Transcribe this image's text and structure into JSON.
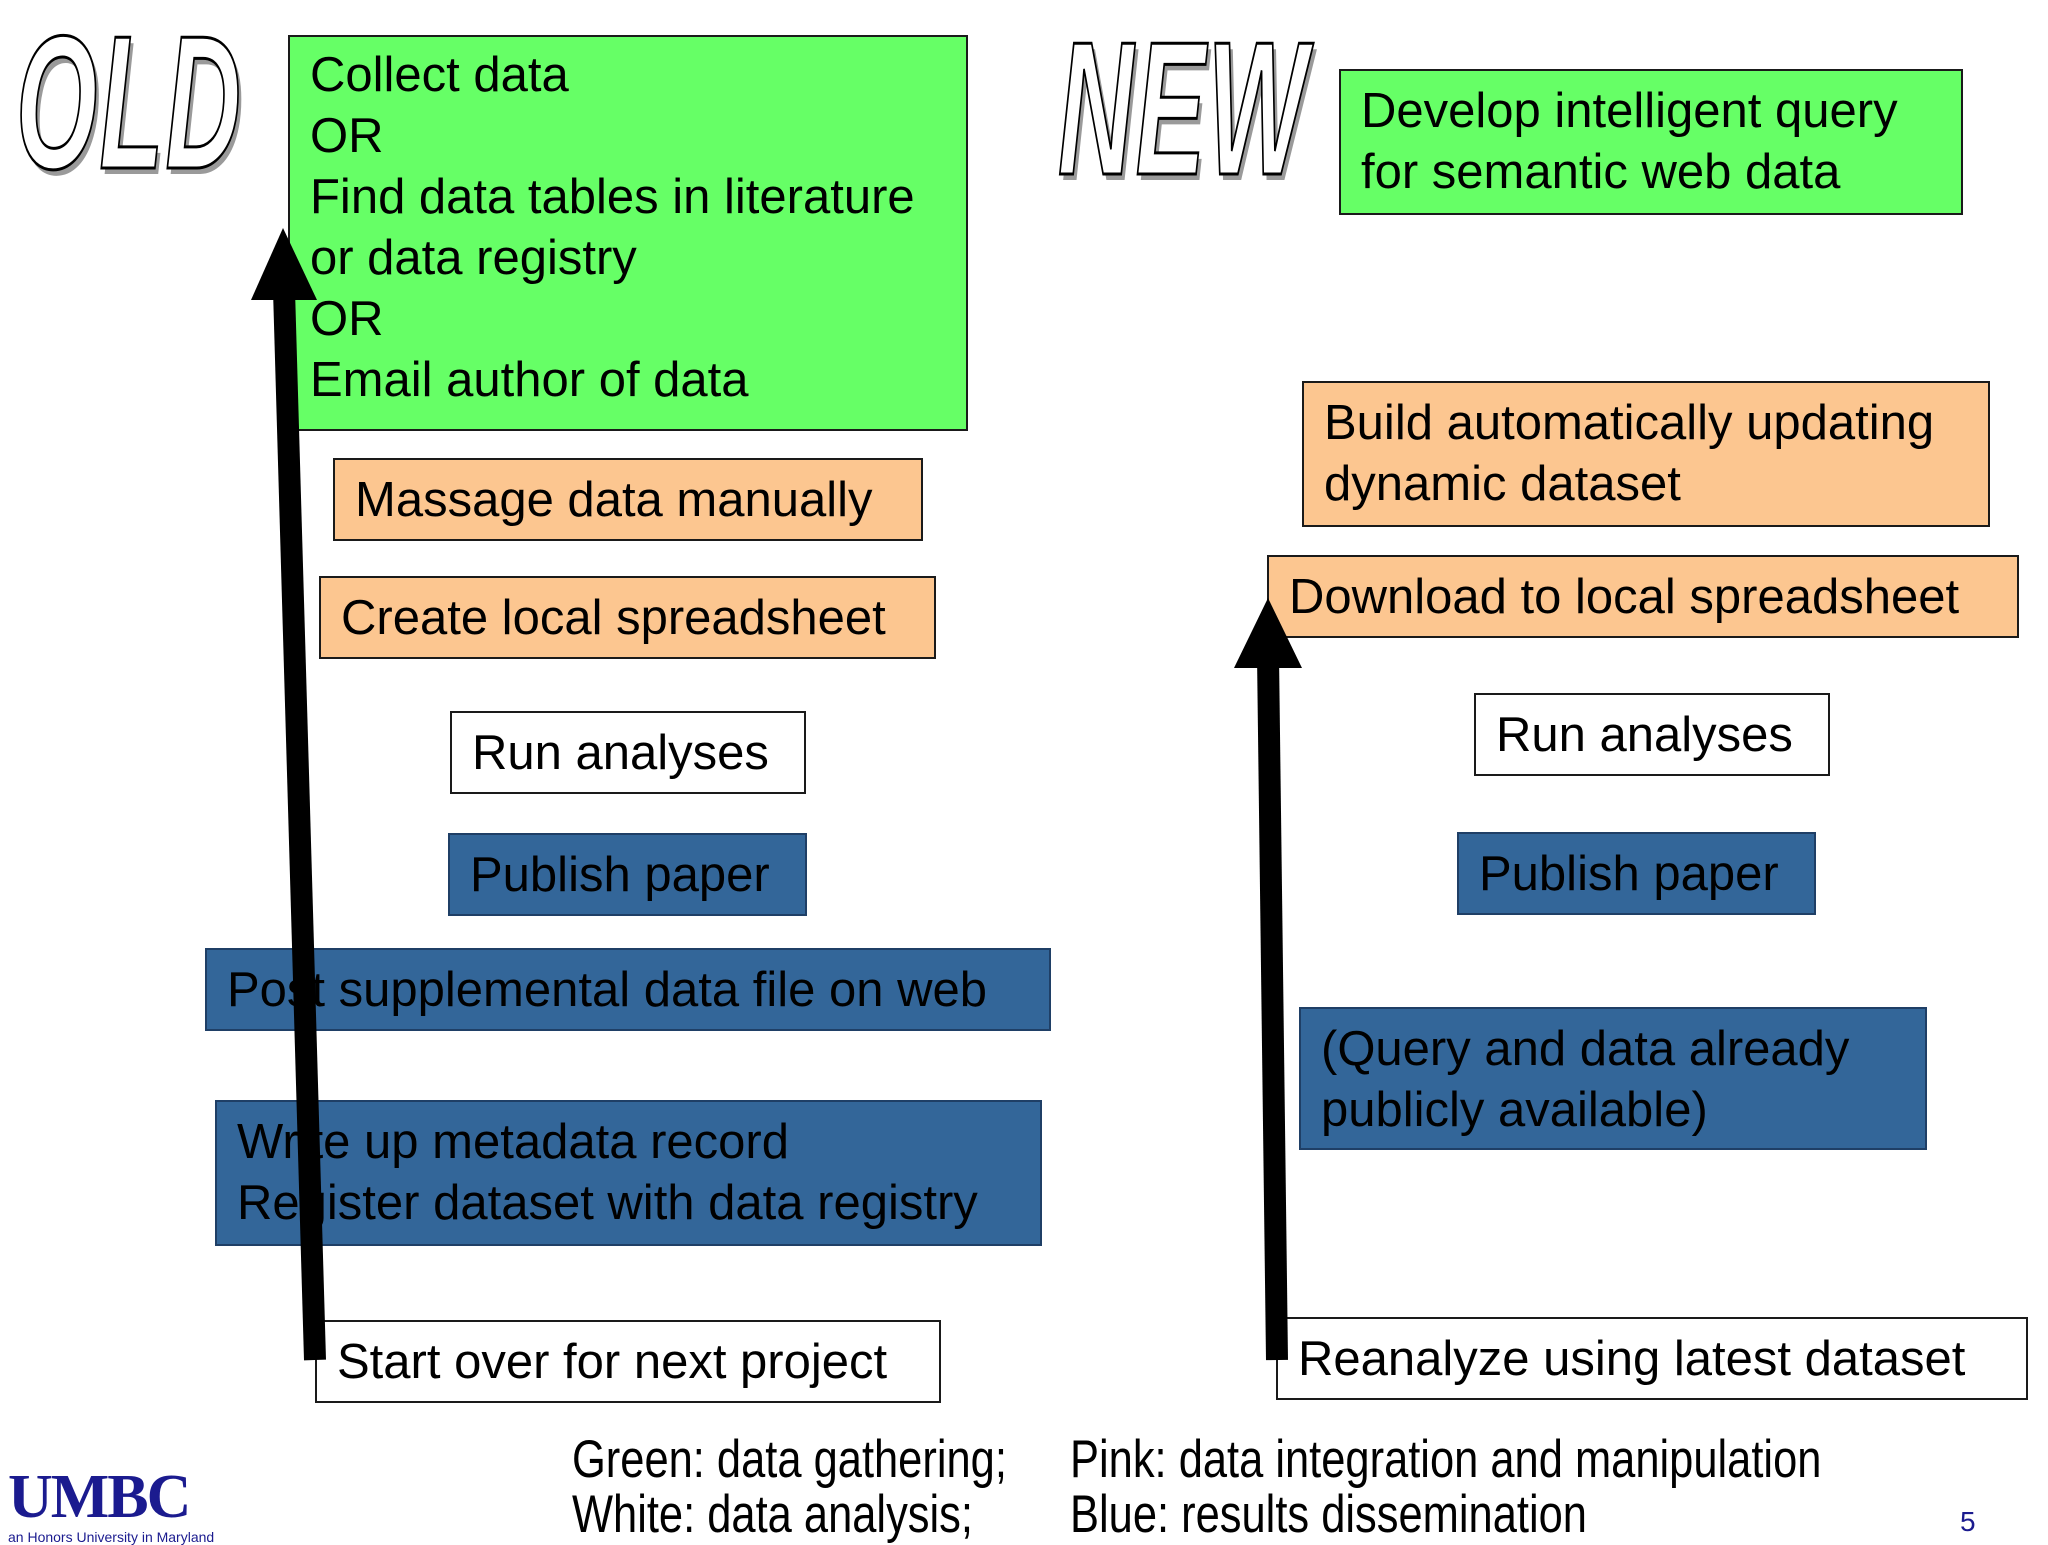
{
  "headings": {
    "old": "OLD",
    "new": "NEW"
  },
  "old_steps": [
    {
      "text": "Collect data\nOR\nFind data tables in literature\nor data registry\nOR\nEmail author of data",
      "category": "green"
    },
    {
      "text": "Massage data manually",
      "category": "pink"
    },
    {
      "text": "Create local spreadsheet",
      "category": "pink"
    },
    {
      "text": "Run analyses",
      "category": "white"
    },
    {
      "text": "Publish paper",
      "category": "blue"
    },
    {
      "text": "Post supplemental data file on web",
      "category": "blue"
    },
    {
      "text": "Write up metadata record\nRegister dataset with data registry",
      "category": "blue"
    },
    {
      "text": "Start over for next project",
      "category": "white"
    }
  ],
  "new_steps": [
    {
      "text": "Develop intelligent query\nfor semantic web data",
      "category": "green"
    },
    {
      "text": "Build automatically updating\ndynamic dataset",
      "category": "pink"
    },
    {
      "text": "Download to local spreadsheet",
      "category": "pink"
    },
    {
      "text": "Run analyses",
      "category": "white"
    },
    {
      "text": "Publish paper",
      "category": "blue"
    },
    {
      "text": "(Query and data already\npublicly available)",
      "category": "blue"
    },
    {
      "text": "Reanalyze using latest dataset",
      "category": "white"
    }
  ],
  "legend": {
    "green": "Green: data gathering;",
    "white": "White: data analysis;",
    "pink": "Pink: data integration and manipulation",
    "blue": "Blue: results dissemination"
  },
  "colors": {
    "green": "#66ff66",
    "pink": "#fcc690",
    "white": "#ffffff",
    "blue": "#336699",
    "arrow": "#000000"
  },
  "logo": {
    "name": "UMBC",
    "tagline": "an Honors University in Maryland"
  },
  "page_number": "5"
}
